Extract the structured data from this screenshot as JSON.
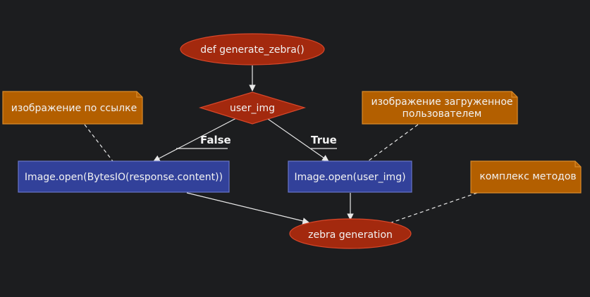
{
  "colors": {
    "background": "#1c1d1f",
    "terminal_fill": "#a3290e",
    "terminal_stroke": "#d9472a",
    "process_fill": "#32419a",
    "process_stroke": "#6876c9",
    "note_fill": "#b35f00",
    "note_stroke": "#d98a2a",
    "text": "#f2f2f2",
    "edge": "#e8e8e8"
  },
  "nodes": {
    "start": "def generate_zebra()",
    "decision": "user_img",
    "process_url": "Image.open(BytesIO(response.content))",
    "process_user": "Image.open(user_img)",
    "end": "zebra generation"
  },
  "notes": {
    "url_note": "изображение по ссылке",
    "user_note_line1": "изображение загруженное",
    "user_note_line2": "пользователем",
    "methods_note": "комплекс методов"
  },
  "edge_labels": {
    "false_label": "False",
    "true_label": "True"
  }
}
